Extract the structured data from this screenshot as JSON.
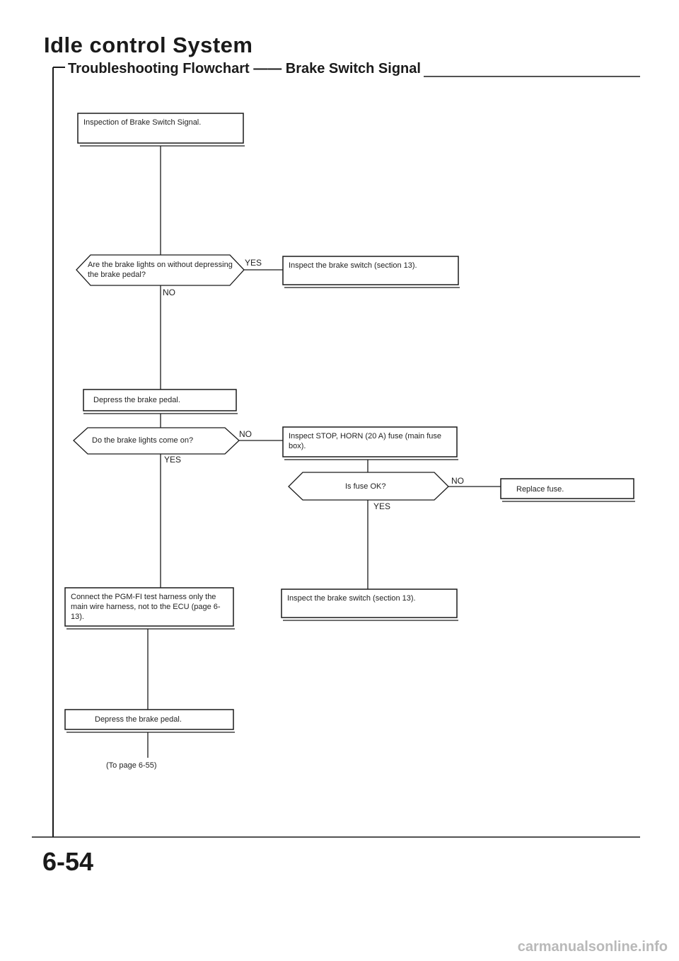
{
  "header": {
    "title": "Idle control System",
    "subtitle": "Troubleshooting Flowchart —— Brake Switch Signal"
  },
  "flowchart": {
    "box_inspection": "Inspection of Brake Switch Signal.",
    "q_lights_without_pedal": "Are the brake lights on without depressing the brake pedal?",
    "box_inspect_switch_1": "Inspect the brake switch (section 13).",
    "box_depress_1": "Depress the brake pedal.",
    "q_lights_come_on": "Do the brake lights come on?",
    "box_inspect_fuse": "Inspect STOP, HORN (20 A) fuse (main fuse box).",
    "q_fuse_ok": "Is fuse OK?",
    "box_replace_fuse": "Replace fuse.",
    "box_inspect_switch_2": "Inspect the brake switch (section 13).",
    "box_connect_harness": "Connect the PGM-FI test harness only the main wire harness, not to the ECU (page 6-13).",
    "box_depress_2": "Depress the brake pedal.",
    "to_page": "(To page 6-55)",
    "labels": {
      "yes": "YES",
      "no": "NO"
    }
  },
  "footer": {
    "page_number": "6-54",
    "watermark": "carmanualsonline.info"
  }
}
